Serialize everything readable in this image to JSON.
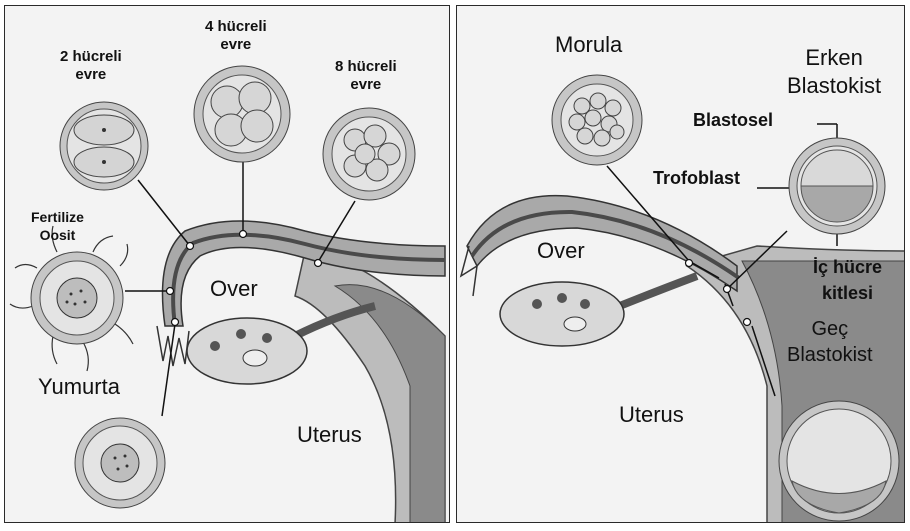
{
  "left": {
    "stage_2cell": "2 hücreli\nevre",
    "stage_4cell": "4 hücreli\nevre",
    "stage_8cell": "8 hücreli\nevre",
    "fertilized": "Fertilize\nOosit",
    "egg": "Yumurta",
    "ovary": "Over",
    "uterus": "Uterus"
  },
  "right": {
    "morula": "Morula",
    "early_blastocyst": "Erken\nBlastokist",
    "blastocoel": "Blastosel",
    "trophoblast": "Trofoblast",
    "inner_cell_mass": "İç hücre\nkitlesi",
    "ovary": "Over",
    "late_blastocyst": "Geç\nBlastokist",
    "uterus": "Uterus"
  },
  "colors": {
    "tube": "#9a9a9a",
    "tube_dark": "#5a5a5a",
    "uterus_wall": "#bdbdbd",
    "cell": "#dcdcdc",
    "panel_bg": "#f3f3f3"
  }
}
